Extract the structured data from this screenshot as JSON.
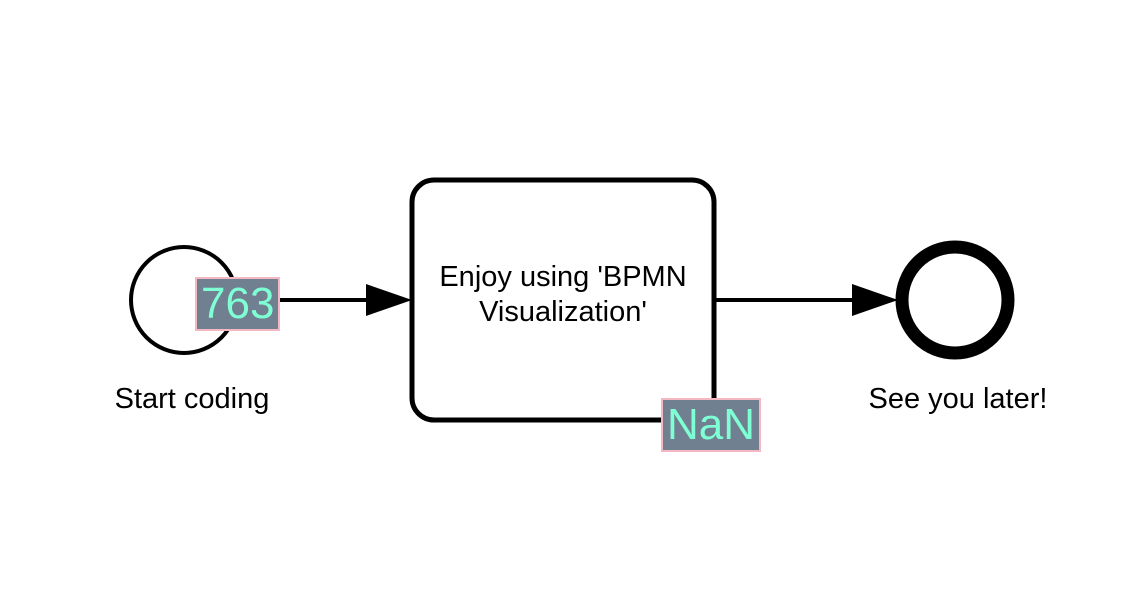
{
  "start_event": {
    "label": "Start coding",
    "overlay": "763"
  },
  "task": {
    "label": "Enjoy using 'BPMN Visualization'",
    "overlay": "NaN"
  },
  "end_event": {
    "label": "See you later!"
  },
  "colors": {
    "stroke": "#000000",
    "overlay_background": "#708090",
    "overlay_text": "#7fffd4",
    "overlay_border": "#f4b8c2"
  }
}
